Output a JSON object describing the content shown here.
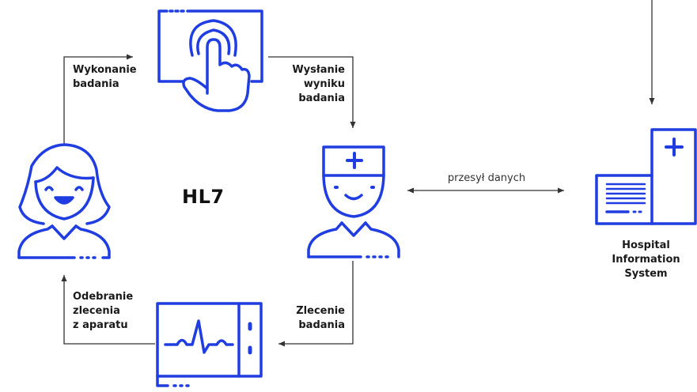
{
  "center_label": "HL7",
  "steps": {
    "perform": [
      "Wykonanie",
      "badania"
    ],
    "send_result": [
      "Wysłanie",
      "wyniku",
      "badania"
    ],
    "order": [
      "Zlecenie",
      "badania"
    ],
    "receive": [
      "Odebranie",
      "zlecenia",
      "z aparatu"
    ]
  },
  "transfer_label": "przesył danych",
  "his_label": [
    "Hospital",
    "Information",
    "System"
  ],
  "icons": [
    "touch-tablet-icon",
    "nurse-icon",
    "doctor-icon",
    "ecg-monitor-icon",
    "hospital-building-icon"
  ],
  "colors": {
    "accent": "#1f3de0",
    "line": "#333333"
  }
}
